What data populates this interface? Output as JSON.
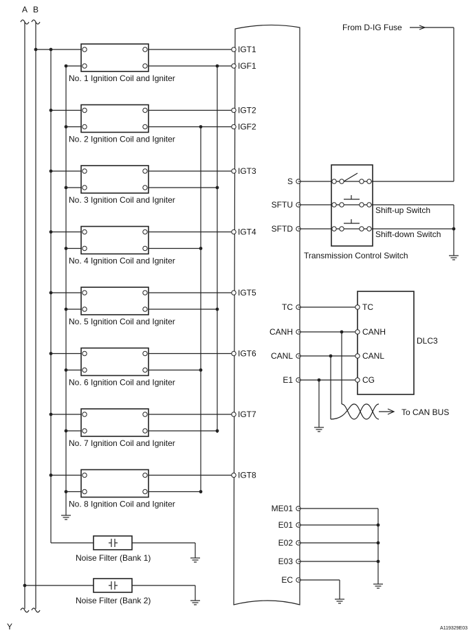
{
  "bus_labels": [
    "A",
    "B"
  ],
  "coils": [
    {
      "label": "No. 1 Ignition Coil and Igniter",
      "igt": "IGT1",
      "igf": "IGF1"
    },
    {
      "label": "No. 2 Ignition Coil and Igniter",
      "igt": "IGT2",
      "igf": "IGF2"
    },
    {
      "label": "No. 3 Ignition Coil and Igniter",
      "igt": "IGT3"
    },
    {
      "label": "No. 4 Ignition Coil and Igniter",
      "igt": "IGT4"
    },
    {
      "label": "No. 5 Ignition Coil and Igniter",
      "igt": "IGT5"
    },
    {
      "label": "No. 6 Ignition Coil and Igniter",
      "igt": "IGT6"
    },
    {
      "label": "No. 7 Ignition Coil and Igniter",
      "igt": "IGT7"
    },
    {
      "label": "No. 8 Ignition Coil and Igniter",
      "igt": "IGT8"
    }
  ],
  "noise_filters": [
    "Noise Filter (Bank 1)",
    "Noise Filter (Bank 2)"
  ],
  "fuse_label": "From D-IG Fuse",
  "tcs": {
    "pins": [
      "S",
      "SFTU",
      "SFTD"
    ],
    "shift_up": "Shift-up Switch",
    "shift_down": "Shift-down Switch",
    "caption": "Transmission Control Switch"
  },
  "dlc": {
    "title": "DLC3",
    "ecu_pins": [
      "TC",
      "CANH",
      "CANL",
      "E1"
    ],
    "dlc_pins": [
      "TC",
      "CANH",
      "CANL",
      "CG"
    ],
    "can_bus": "To CAN BUS"
  },
  "grounds": [
    "ME01",
    "E01",
    "E02",
    "E03",
    "EC"
  ],
  "footer": {
    "left": "Y",
    "right": "A119329E03"
  }
}
